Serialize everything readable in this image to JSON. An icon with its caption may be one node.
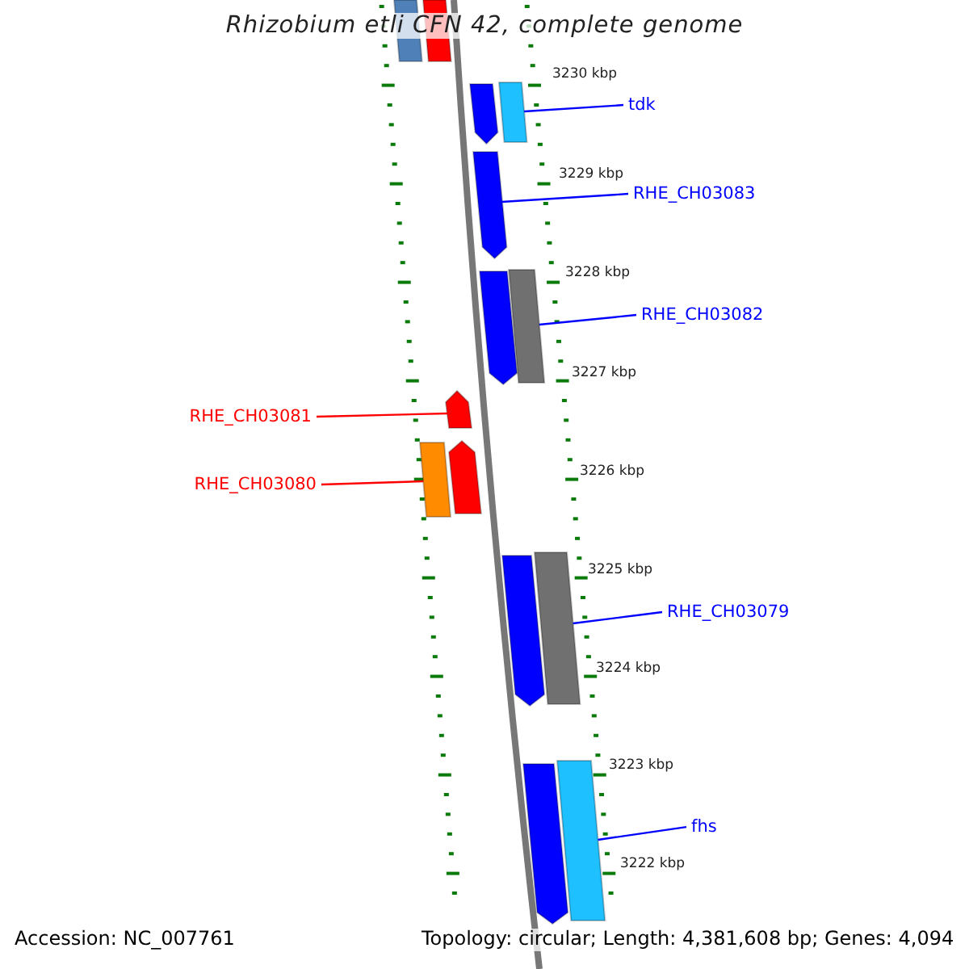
{
  "diagram": {
    "title": "Rhizobium etli CFN 42, complete genome",
    "nodes": [
      {
        "text": [
          "tdk"
        ]
      },
      {
        "text": [
          "RHE_CH03083"
        ]
      },
      {
        "text": [
          "RHE_CH03082"
        ]
      },
      {
        "text": [
          "RHE_CH03081"
        ]
      },
      {
        "text": [
          "RHE_CH03080"
        ]
      },
      {
        "text": [
          "RHE_CH03079"
        ]
      },
      {
        "text": [
          "fhs"
        ]
      },
      {
        "text": [],
        "shape": "bar"
      },
      {
        "text": [],
        "shape": "bar"
      },
      {
        "text": [],
        "shape": "pentagon"
      },
      {
        "text": [],
        "shape": "bar"
      },
      {
        "text": [],
        "shape": "pentagon"
      },
      {
        "text": [],
        "shape": "pentagon"
      },
      {
        "text": [],
        "shape": "bar"
      },
      {
        "text": [],
        "shape": "pentagon"
      },
      {
        "text": [],
        "shape": "bar"
      },
      {
        "text": [],
        "shape": "pentagon"
      },
      {
        "text": [],
        "shape": "pentagon"
      },
      {
        "text": [],
        "shape": "bar"
      },
      {
        "text": [],
        "shape": "pentagon"
      },
      {
        "text": [],
        "shape": "bar"
      }
    ],
    "edges": [
      {
        "from": 0,
        "to": 10,
        "arrow": "none"
      },
      {
        "from": 1,
        "to": 11,
        "arrow": "none"
      },
      {
        "from": 2,
        "to": 13,
        "arrow": "none"
      },
      {
        "from": 3,
        "to": 14,
        "arrow": "none",
        "color": "#ff0000"
      },
      {
        "from": 4,
        "to": 15,
        "arrow": "none",
        "color": "#ff0000"
      },
      {
        "from": 5,
        "to": 18,
        "arrow": "none"
      },
      {
        "from": 6,
        "to": 20,
        "arrow": "none"
      }
    ],
    "labels": [
      "3230 kbp",
      "3229 kbp",
      "3228 kbp",
      "3227 kbp",
      "3226 kbp",
      "3225 kbp",
      "3224 kbp",
      "3223 kbp",
      "3222 kbp",
      "Accession: NC_007761",
      "Topology: circular; Length: 4,381,608 bp; Genes: 4,094"
    ]
  }
}
